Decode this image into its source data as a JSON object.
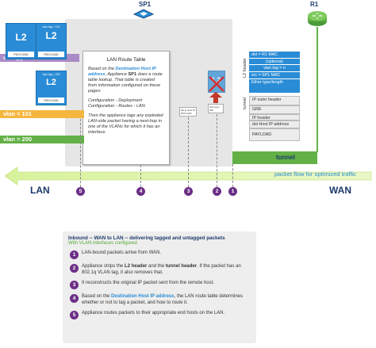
{
  "nodes": {
    "sp1": "SP1",
    "r1": "R1"
  },
  "route_table": {
    "title": "LAN Route Table",
    "p1_before": "Based on the ",
    "p1_hl": "Destination Host IP address",
    "p1_mid": ", Appliance ",
    "p1_sp1": "SP1",
    "p1_after": " does a route table lookup. That table is created from information configured on these pages:",
    "p2": "Configuration - Deployment",
    "p3": "Configuration - Routes - LAN",
    "p4": "Then the appliance tags any exploded LAN-side packet having a next-hop in one of the VLANs for which it has an interface."
  },
  "packets": {
    "p1": {
      "vlan": "vlan tag = 101",
      "l2": "L2",
      "payload": "PAYLOAD"
    },
    "p2": {
      "vlan": "vlan tag = 200",
      "l2": "L2",
      "payload": "PAYLOAD"
    },
    "p3": {
      "line1": "dst ip Host IP",
      "line2": "vlan tag = 200",
      "payload": "PAYLOAD"
    },
    "strip": {
      "l2": "L2"
    }
  },
  "vlans": {
    "native": "untagged native vlan",
    "v101": "vlan = 101",
    "v200": "vlan = 200"
  },
  "header_tower": {
    "side_l2": "L2 header",
    "side_tunnel": "tunnel",
    "dst": "dst = R1 MAC",
    "dst_opt": "(optional)",
    "vlan": "vlan tag = n",
    "src": "src = SP1 MAC",
    "ether": "Ether type/length",
    "ip_outer": "IP outer header",
    "gre": "GRE",
    "ip_header": "IP header",
    "dst_host": "dst Host IP address",
    "payload": "PAYLOAD"
  },
  "tunnel_label": "tunnel",
  "flow_label": "packet flow for optimized traffic",
  "lan_label": "LAN",
  "wan_label": "WAN",
  "step_numbers": [
    "5",
    "4",
    "3",
    "2",
    "1"
  ],
  "legend": {
    "title": "Inbound -- WAN to LAN -- delivering tagged and untagged packets",
    "subtitle": "With VLAN interfaces configured",
    "steps": [
      {
        "n": "1",
        "text": "LAN-bound packets arrive from WAN."
      },
      {
        "n": "2",
        "a": "Appliance strips the ",
        "b1": "L2 header",
        "c": " and the ",
        "b2": "tunnel header",
        "d": ". If the packet has an 802.1q VLAN tag, it also removes that."
      },
      {
        "n": "3",
        "text": "It reconstructs the original IP packet sent from the remote host."
      },
      {
        "n": "4",
        "a": "Based on the ",
        "hl": "Destination Host IP address",
        "d": ", the LAN route table determines whether or not to tag a packet, and how to route it."
      },
      {
        "n": "5",
        "text": "Appliance routes packets to their appropriate end hosts on the LAN."
      }
    ]
  },
  "colors": {
    "accent_blue": "#2a8cd6",
    "navy": "#1b3a6b",
    "green": "#63b146",
    "orange": "#f5b63f",
    "purple_native": "#a98bc7",
    "step_purple": "#6b2f86",
    "grey_box": "#e6e6e6"
  }
}
